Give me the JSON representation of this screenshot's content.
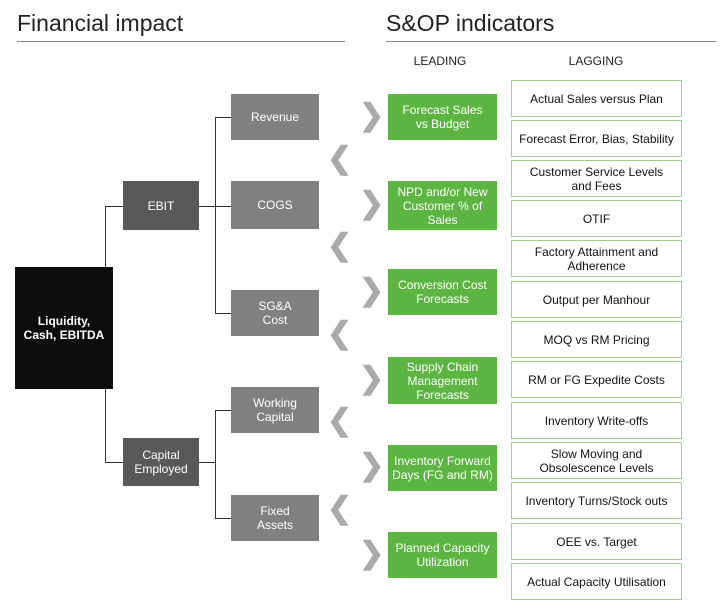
{
  "headers": {
    "financial": "Financial impact",
    "sop": "S&OP indicators",
    "leading": "LEADING",
    "lagging": "LAGGING"
  },
  "financial": {
    "root": "Liquidity, Cash, EBITDA",
    "ebit": "EBIT",
    "capital_employed": "Capital Employed",
    "revenue": "Revenue",
    "cogs": "COGS",
    "sga": "SG&A Cost",
    "working_capital": "Working Capital",
    "fixed_assets": "Fixed Assets"
  },
  "leading": [
    "Forecast Sales vs Budget",
    "NPD and/or New Customer % of Sales",
    "Conversion Cost Forecasts",
    "Supply Chain Management Forecasts",
    "Inventory Forward Days (FG and RM)",
    "Planned Capacity Utilization"
  ],
  "lagging": [
    "Actual Sales versus Plan",
    "Forecast Error, Bias, Stability",
    "Customer Service Levels and Fees",
    "OTIF",
    "Factory Attainment and Adherence",
    "Output per Manhour",
    "MOQ vs RM Pricing",
    "RM or FG Expedite Costs",
    "Inventory Write-offs",
    "Slow Moving and Obsolescence Levels",
    "Inventory Turns/Stock outs",
    "OEE vs. Target",
    "Actual Capacity Utilisation"
  ],
  "icons": {
    "right": "chevron-right-icon",
    "left": "chevron-left-icon"
  },
  "colors": {
    "green": "#5db541",
    "gray": "#808080",
    "dark": "#595959",
    "black": "#0d0d0d"
  }
}
